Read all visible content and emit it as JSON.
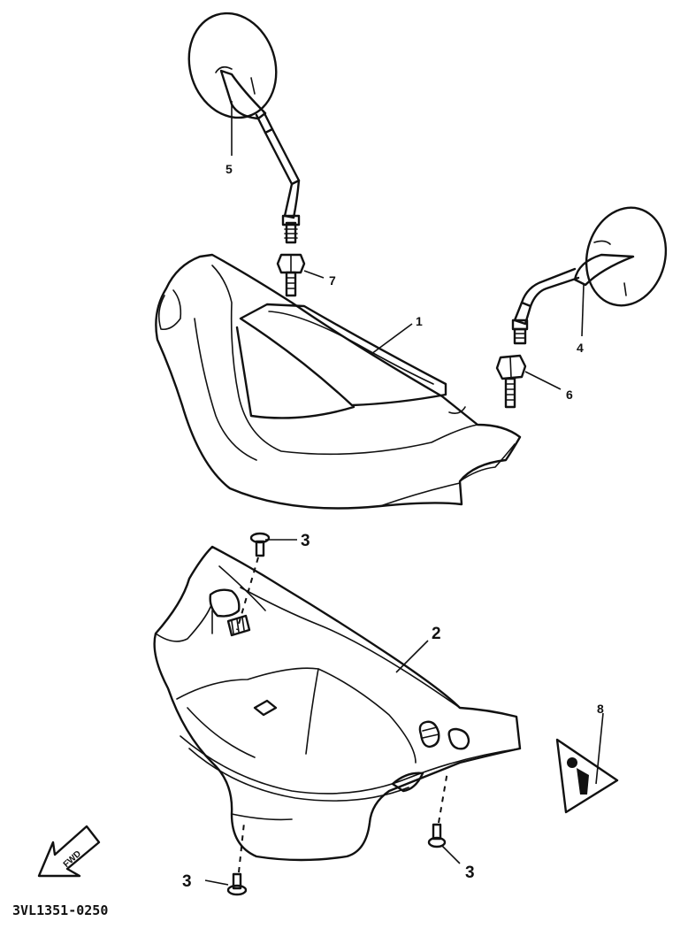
{
  "diagram": {
    "part_code": "3VL1351-0250",
    "fwd_label": "FWD",
    "callouts": {
      "c1": "1",
      "c2": "2",
      "c3a": "3",
      "c3b": "3",
      "c3c": "3",
      "c4": "4",
      "c5": "5",
      "c6": "6",
      "c7": "7",
      "c8": "8"
    }
  }
}
